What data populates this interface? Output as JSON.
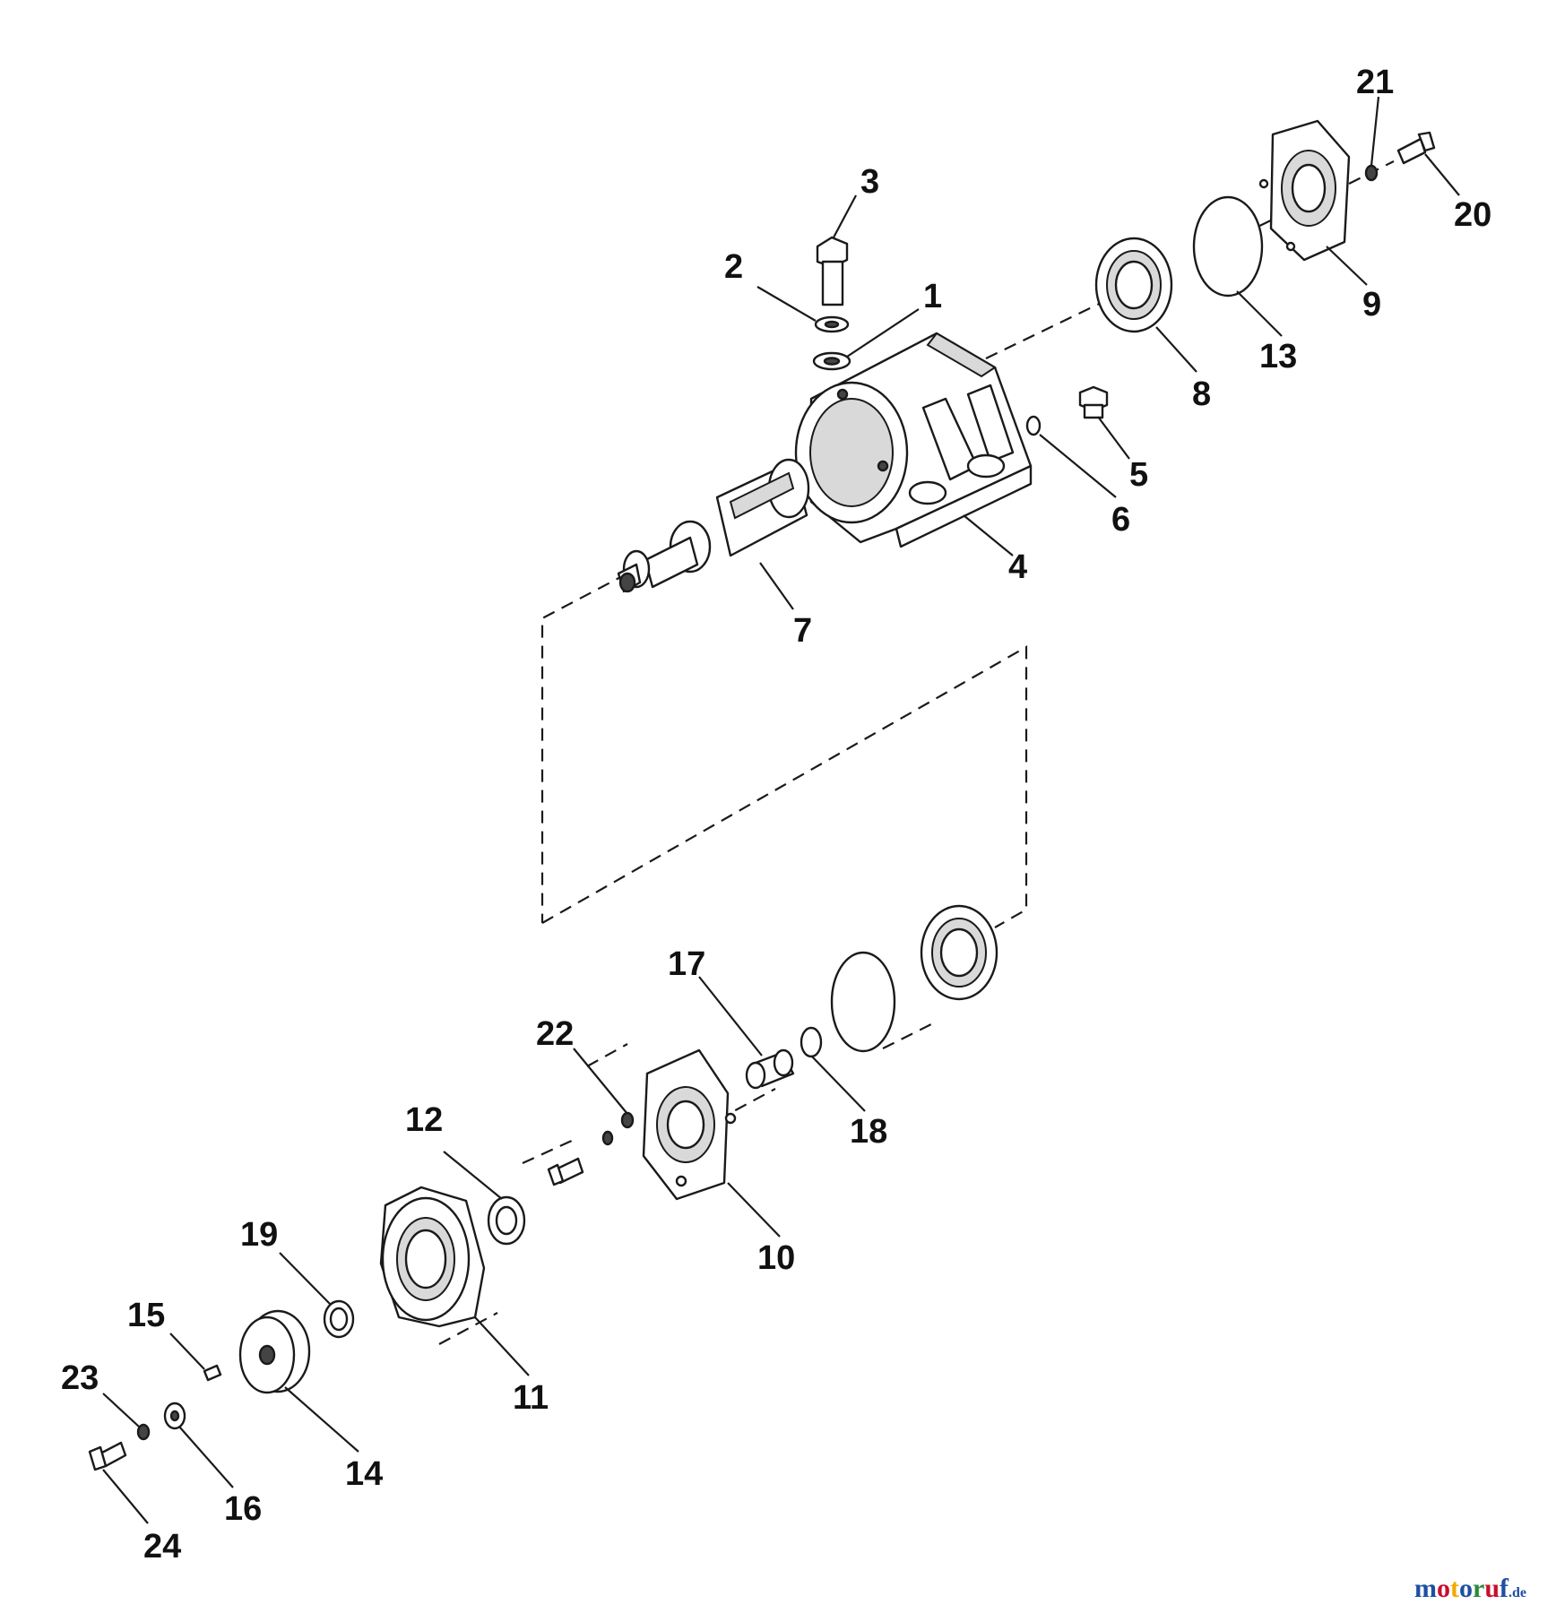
{
  "diagram": {
    "part_numbers": [
      "1",
      "2",
      "3",
      "4",
      "5",
      "6",
      "7",
      "8",
      "9",
      "10",
      "11",
      "12",
      "13",
      "14",
      "15",
      "16",
      "17",
      "18",
      "19",
      "20",
      "21",
      "22",
      "23",
      "24"
    ]
  },
  "watermark": {
    "letters": [
      "m",
      "o",
      "t",
      "o",
      "r",
      "u",
      "f"
    ],
    "colors": [
      "#1e4fa3",
      "#c8102e",
      "#f2a900",
      "#1e4fa3",
      "#2a8a3a",
      "#c8102e",
      "#1e4fa3"
    ],
    "suffix": ".de"
  }
}
